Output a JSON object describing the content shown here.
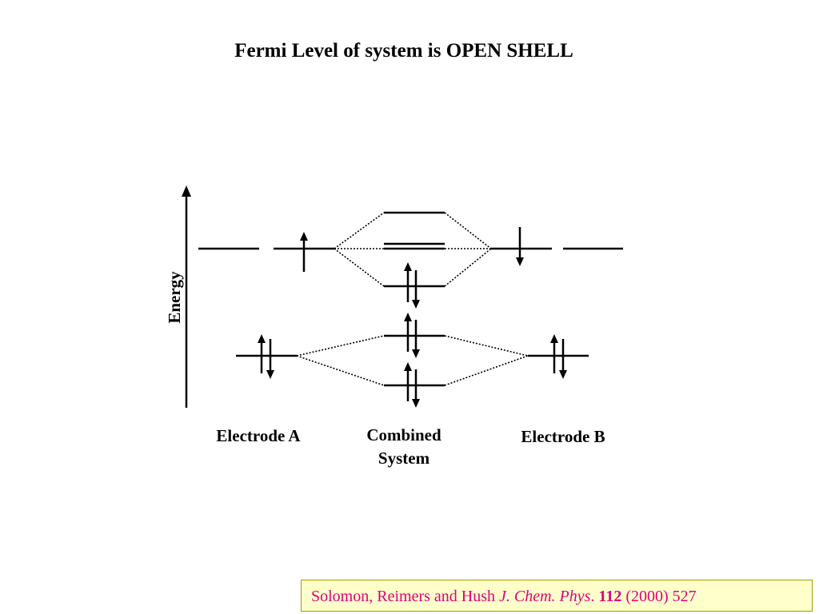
{
  "title": "Fermi Level of system is OPEN SHELL",
  "axis_label": "Energy",
  "labels": {
    "electrode_a": "Electrode A",
    "combined_line1": "Combined",
    "combined_line2": "System",
    "electrode_b": "Electrode B"
  },
  "citation": {
    "authors": "Solomon, Reimers and Hush ",
    "journal": "J. Chem. Phys",
    "journal_dot": ". ",
    "volume": "112",
    "year_pages": " (2000) 527"
  },
  "colors": {
    "citation_text": "#e0007a",
    "citation_background": "#ffffcc",
    "citation_border": "#a0a000"
  }
}
